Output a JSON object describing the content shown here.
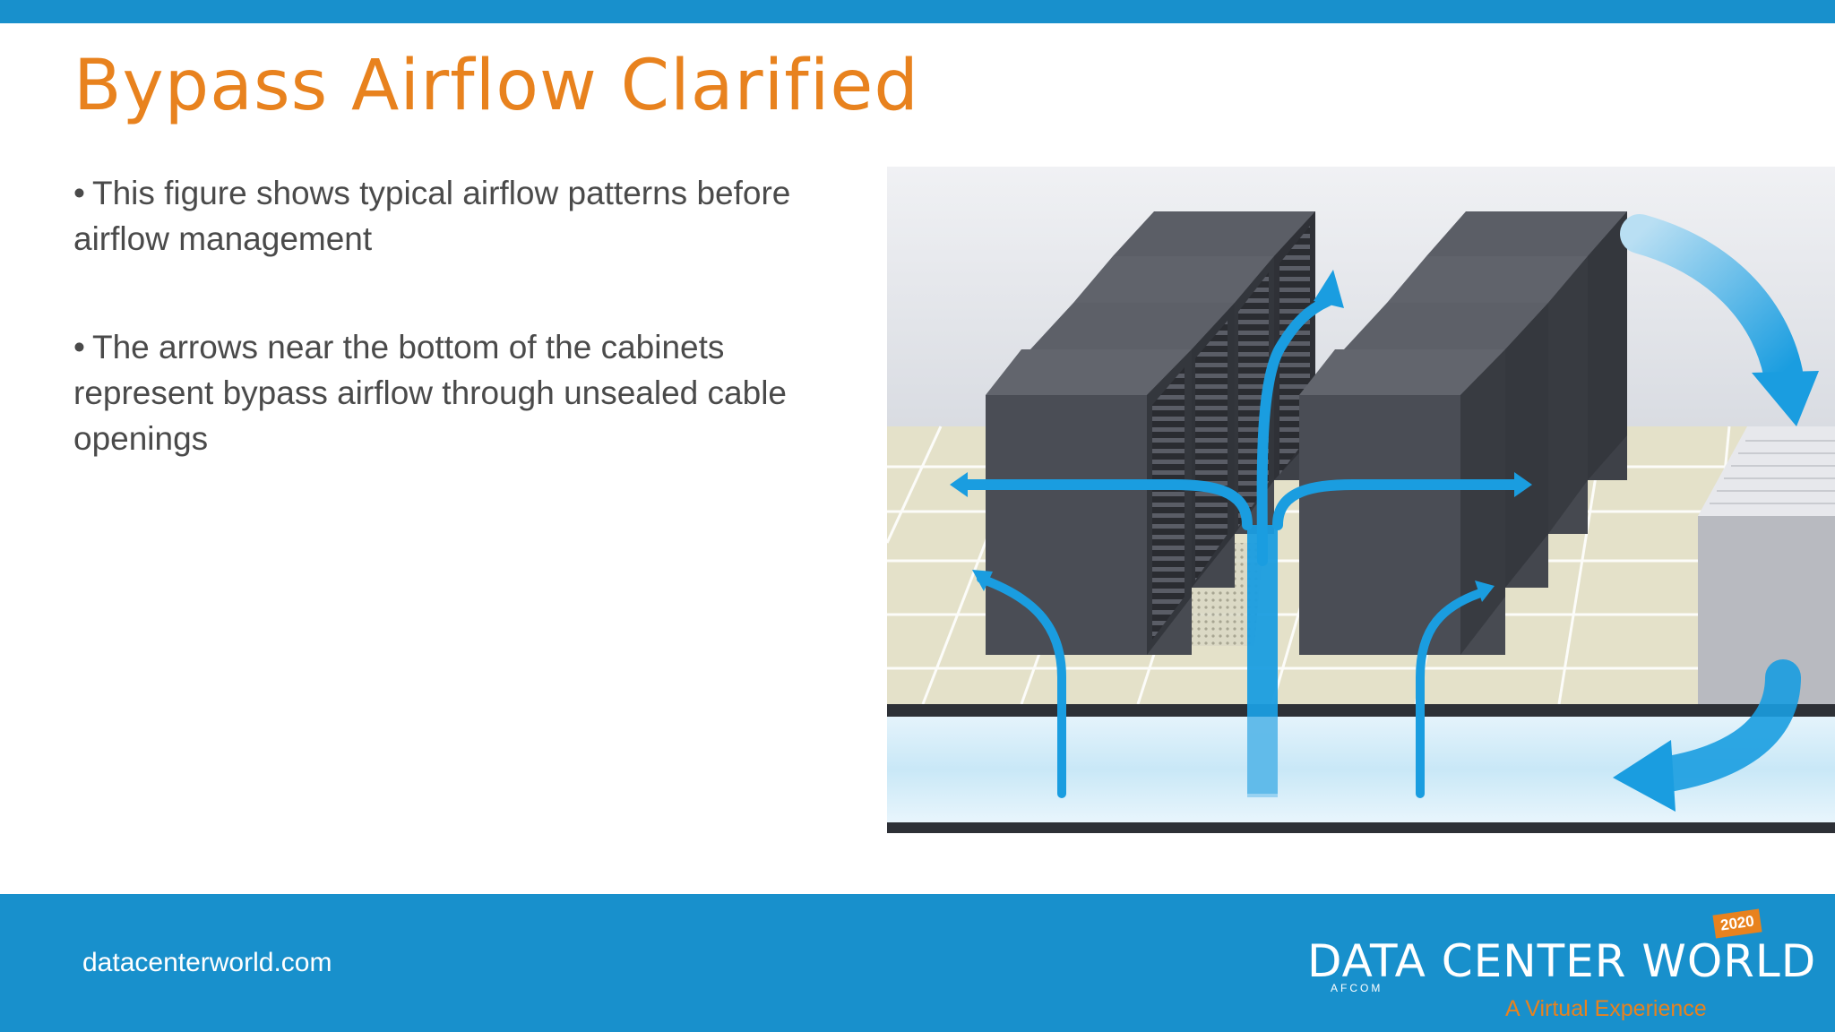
{
  "slide": {
    "title": "Bypass Airflow Clarified",
    "bullets": [
      "This figure shows typical airflow patterns before airflow management",
      "The arrows near the bottom of the cabinets represent bypass airflow through unsealed cable openings"
    ],
    "bullet_marker": "•"
  },
  "figure": {
    "subject": "data center cabinets on raised floor with airflow arrows"
  },
  "footer": {
    "url": "datacenterworld.com",
    "logo_main": "DATA CENTER WORLD",
    "logo_sub": "A Virtual Experience",
    "logo_year": "2020",
    "logo_org": "AFCOM"
  },
  "colors": {
    "brand_blue": "#1890cc",
    "title_orange": "#e8821e",
    "arrow_blue": "#1a9de0",
    "cabinet_gray": "#4a4d55"
  }
}
